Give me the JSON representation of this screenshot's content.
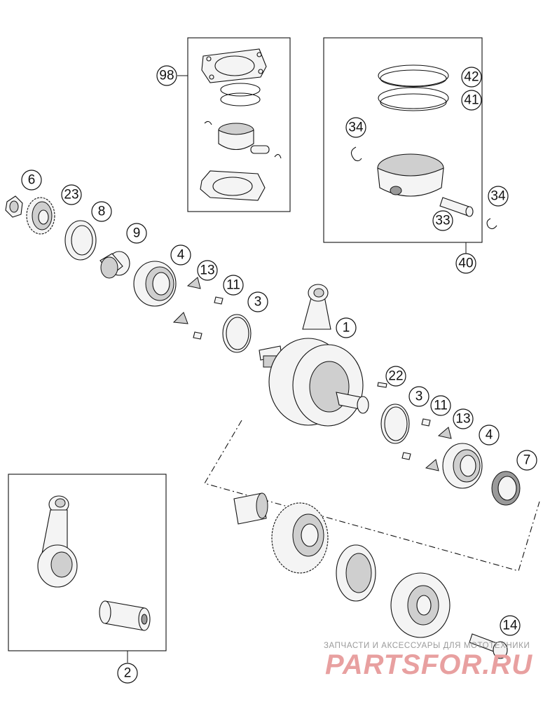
{
  "callouts": {
    "c98": "98",
    "c42": "42",
    "c41": "41",
    "c34a": "34",
    "c34b": "34",
    "c33": "33",
    "c40": "40",
    "c6": "6",
    "c23": "23",
    "c8": "8",
    "c9": "9",
    "c4a": "4",
    "c13a": "13",
    "c11a": "11",
    "c3a": "3",
    "c1": "1",
    "c22": "22",
    "c3b": "3",
    "c11b": "11",
    "c13b": "13",
    "c4b": "4",
    "c7": "7",
    "c2": "2",
    "c14": "14"
  },
  "watermark": {
    "tagline": "ЗАПЧАСТИ И АКСЕССУАРЫ ДЛЯ МОТОТЕХНИКИ",
    "logo": "PARTSFOR.RU"
  },
  "colors": {
    "line": "#111111",
    "watermark_logo": "#e8a0a0",
    "watermark_text": "#9a9a9a"
  }
}
